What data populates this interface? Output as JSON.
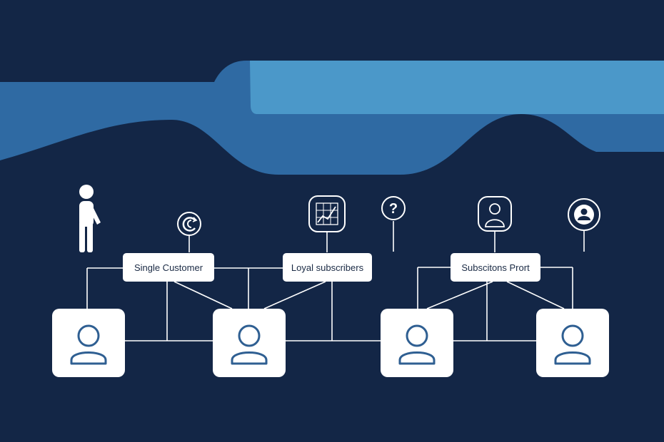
{
  "labels": {
    "single_customer": "Single Customer",
    "loyal_subscribers": "Loyal subscribers",
    "subscriptions_port": "Subscitons Prort",
    "question_mark": "?"
  },
  "colors": {
    "background": "#132646",
    "wave_dark": "#2f6aa3",
    "wave_light": "#4b98c9",
    "line": "#ffffff",
    "icon_stroke": "#2f5f92",
    "card": "#ffffff",
    "label_text": "#1a2a44"
  },
  "icons": [
    "person-figure-icon",
    "refresh-icon",
    "chart-icon",
    "question-icon",
    "user-badge-icon",
    "avatar-pin-icon",
    "user-icon"
  ]
}
